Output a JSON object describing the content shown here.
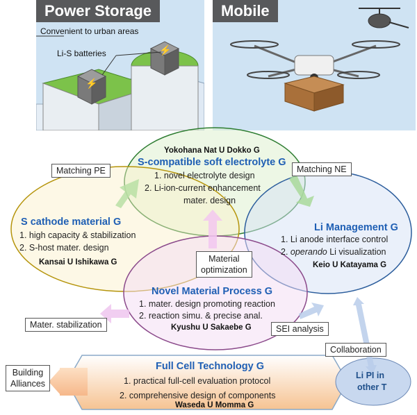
{
  "panels": {
    "power": {
      "title": "Power Storage",
      "callout_urban": "Convenient to urban areas",
      "callout_batteries": "Li-S batteries"
    },
    "mobile": {
      "title": "Mobile"
    }
  },
  "groups": {
    "electrolyte": {
      "leader": "Yokohana Nat U Dokko G",
      "title": "S-compatible soft electrolyte G",
      "lines": [
        "1. novel electrolyte design",
        "2. Li-ion-current enhancement",
        "mater. design"
      ]
    },
    "cathode": {
      "title": "S cathode material G",
      "lines": [
        "1. high capacity & stabilization",
        "2. S-host mater. design"
      ],
      "leader": "Kansai U Ishikawa G"
    },
    "li_management": {
      "title": "Li Management G",
      "line1": "1. Li anode interface control",
      "line2_prefix": "2. ",
      "line2_italic": "operando",
      "line2_suffix": " Li visualization",
      "leader": "Keio U Katayama G"
    },
    "process": {
      "title": "Novel Material Process G",
      "lines": [
        "1. mater. design promoting reaction",
        "2. reaction simu. & precise anal."
      ],
      "leader": "Kyushu U Sakaebe G"
    },
    "full_cell": {
      "title": "Full Cell Technology G",
      "lines": [
        "1. practical full-cell evaluation protocol",
        "2. comprehensive design of components"
      ],
      "leader": "Waseda U Momma G"
    },
    "li_pi": {
      "lines": [
        "Li PI in",
        "other T"
      ]
    }
  },
  "labels": {
    "matching_pe": "Matching PE",
    "matching_ne": "Matching NE",
    "material_optimization": [
      "Material",
      "optimization"
    ],
    "mater_stabilization": "Mater. stabilization",
    "sei_analysis": "SEI analysis",
    "collaboration": "Collaboration",
    "building_alliances": [
      "Building",
      "Alliances"
    ]
  },
  "colors": {
    "group_title": "#1f5fb4",
    "panel_title_bg": "#58595b",
    "electrolyte_fill": "#eef7e4",
    "cathode_fill": "#fdf8e6",
    "li_fill": "#e7eef9",
    "process_fill": "#f8ecf8",
    "fullcell_gradient": [
      "#ffffff",
      "#f6c392"
    ]
  }
}
